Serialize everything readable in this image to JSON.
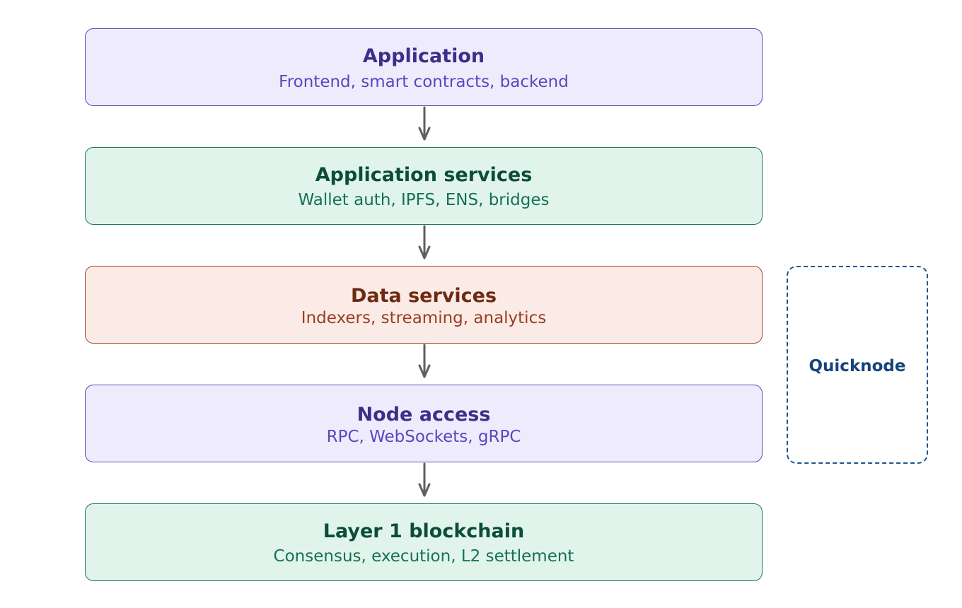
{
  "layers": [
    {
      "title": "Application",
      "subtitle": "Frontend, smart contracts, backend",
      "color": "#eeecfc"
    },
    {
      "title": "Application services",
      "subtitle": "Wallet auth, IPFS, ENS, bridges",
      "color": "#e0f4ec"
    },
    {
      "title": "Data services",
      "subtitle": "Indexers, streaming, analytics",
      "color": "#faebe6"
    },
    {
      "title": "Node access",
      "subtitle": "RPC, WebSockets, gRPC",
      "color": "#eeecfc"
    },
    {
      "title": "Layer 1 blockchain",
      "subtitle": "Consensus, execution, L2 settlement",
      "color": "#e0f4ec"
    }
  ],
  "provider": {
    "label": "Quicknode",
    "border_color": "#20558a"
  },
  "arrow_color": "#5e5e5e"
}
